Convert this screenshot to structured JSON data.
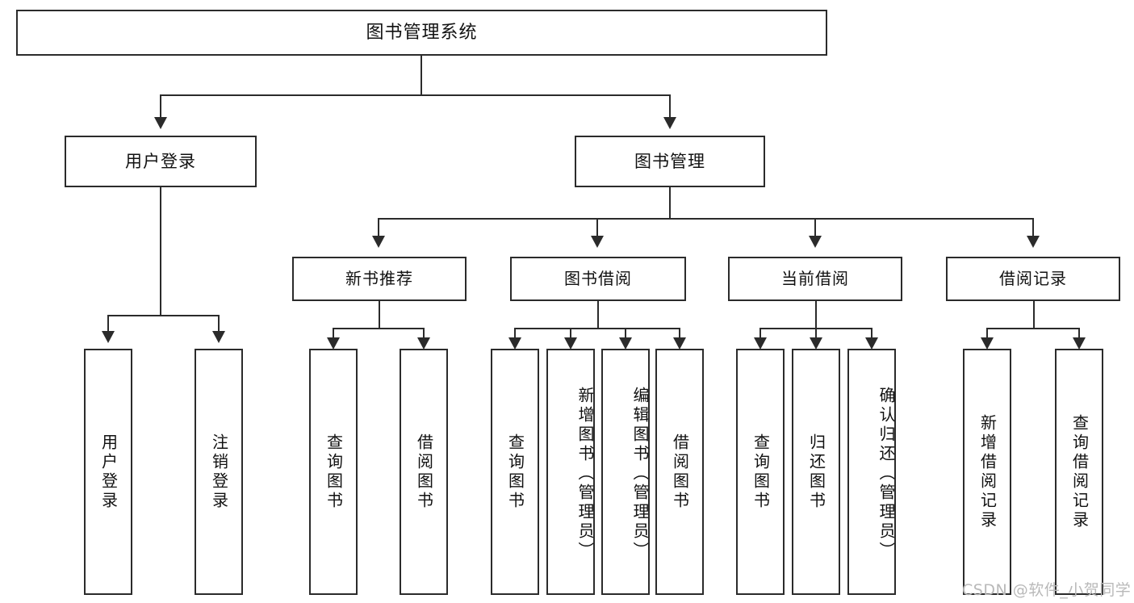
{
  "diagram": {
    "type": "tree-hierarchy-chart",
    "title": "图书管理系统",
    "root": {
      "label": "图书管理系统"
    },
    "level2": [
      {
        "label": "用户登录"
      },
      {
        "label": "图书管理"
      }
    ],
    "level3": [
      {
        "label": "新书推荐"
      },
      {
        "label": "图书借阅"
      },
      {
        "label": "当前借阅"
      },
      {
        "label": "借阅记录"
      }
    ],
    "leaves": [
      {
        "label": "用户登录",
        "align": "mid"
      },
      {
        "label": "注销登录",
        "align": "mid"
      },
      {
        "label": "查询图书",
        "align": "mid"
      },
      {
        "label": "借阅图书",
        "align": "mid"
      },
      {
        "label": "查询图书",
        "align": "mid"
      },
      {
        "label": "新增图书（管理员）",
        "align": "top"
      },
      {
        "label": "编辑图书（管理员）",
        "align": "top"
      },
      {
        "label": "借阅图书",
        "align": "mid"
      },
      {
        "label": "查询图书",
        "align": "mid"
      },
      {
        "label": "归还图书",
        "align": "mid"
      },
      {
        "label": "确认归还（管理员）",
        "align": "top"
      },
      {
        "label": "新增借阅记录",
        "align": "mid"
      },
      {
        "label": "查询借阅记录",
        "align": "mid"
      }
    ]
  },
  "watermark": {
    "text": "CSDN @软件_小贺同学"
  },
  "colors": {
    "border": "#2b2b2b",
    "background": "#ffffff",
    "text": "#111111",
    "watermark": "#b9b9b9"
  }
}
